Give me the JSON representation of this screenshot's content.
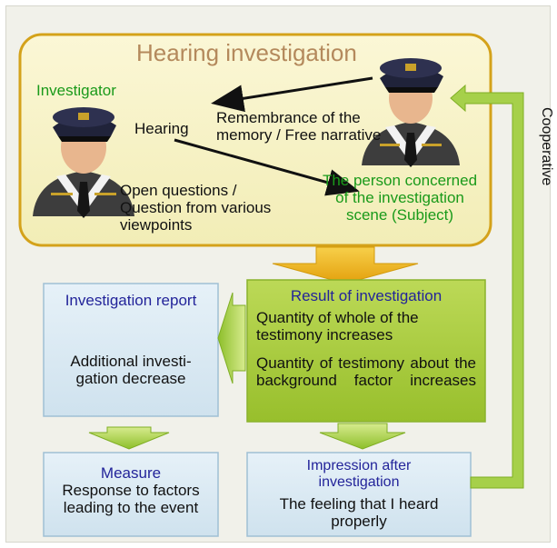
{
  "title": "Hearing investigation",
  "investigator_label": "Investigator",
  "hearing_label": "Hearing",
  "remembrance_text": "Remembrance of the memory / Free narrative",
  "open_questions_text": "Open questions / Question from various viewpoints",
  "subject_label": "The person concerned of the investigation scene (Subject)",
  "cooperative_label": "Cooperative",
  "result_box": {
    "title": "Result of investigation",
    "line1": "Quantity of whole of the testimony increases",
    "line2": "Quantity of testimony about the background factor increases"
  },
  "report_box": {
    "title": "Investigation report",
    "text": "Additional investi-gation decrease"
  },
  "measure_box": {
    "title": "Measure",
    "text": "Response to factors leading to the event"
  },
  "impression_box": {
    "title": "Impression after investigation",
    "text": "The feeling that I heard properly"
  },
  "colors": {
    "top_panel": "#f6f2c2",
    "top_border": "#d4a21a",
    "green_box": "#a9cc39",
    "blue_box": "#dbeaf4",
    "arrow_green": "#9ccc3c",
    "arrow_gold": "#e9b012",
    "green_text": "#1a9a1a",
    "blue_text": "#23249a"
  }
}
